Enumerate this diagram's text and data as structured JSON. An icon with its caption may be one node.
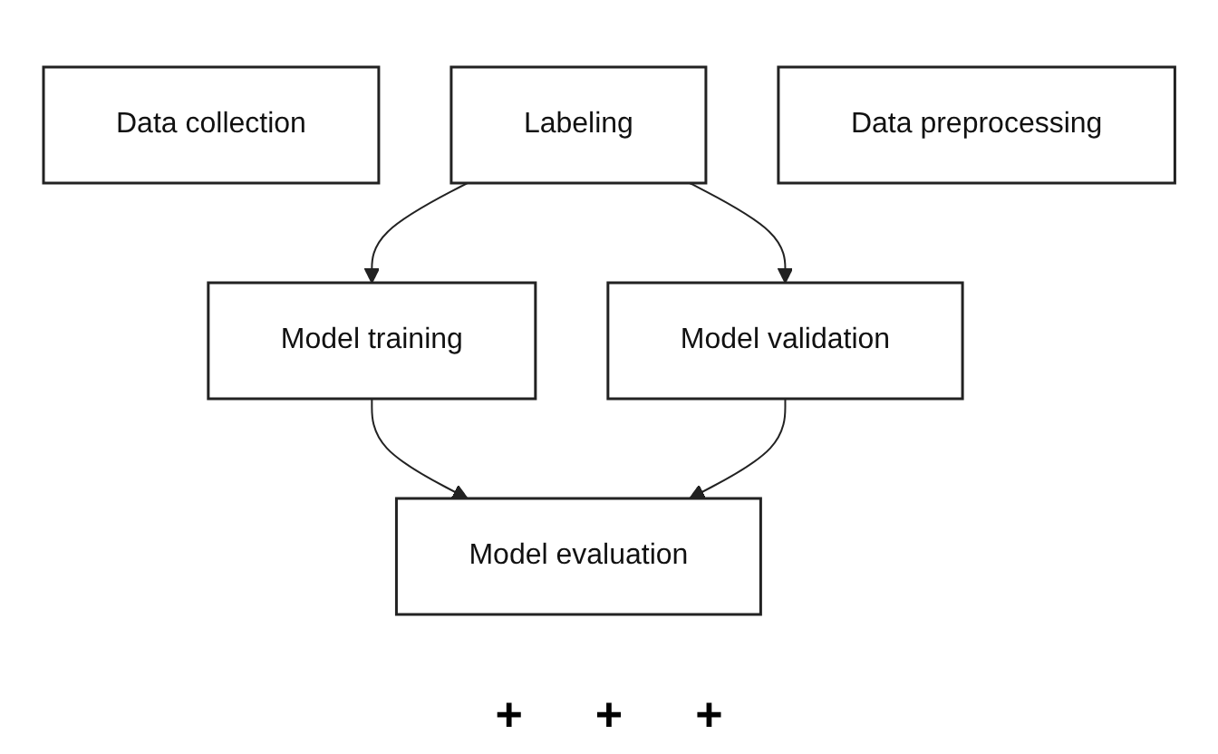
{
  "diagram": {
    "nodes": [
      {
        "text": [
          "Data collection"
        ]
      },
      {
        "text": [
          "Labeling"
        ]
      },
      {
        "text": [
          "Data preprocessing"
        ]
      },
      {
        "text": [
          "Model training"
        ]
      },
      {
        "text": [
          "Model validation"
        ]
      },
      {
        "text": [
          "Model evaluation"
        ]
      }
    ],
    "edges": [
      {
        "from": 1,
        "to": 3,
        "arrow": "to"
      },
      {
        "from": 1,
        "to": 4,
        "arrow": "to"
      },
      {
        "from": 3,
        "to": 5,
        "arrow": "to"
      },
      {
        "from": 4,
        "to": 5,
        "arrow": "to"
      }
    ],
    "labels": [
      "+",
      "+",
      "+"
    ]
  }
}
